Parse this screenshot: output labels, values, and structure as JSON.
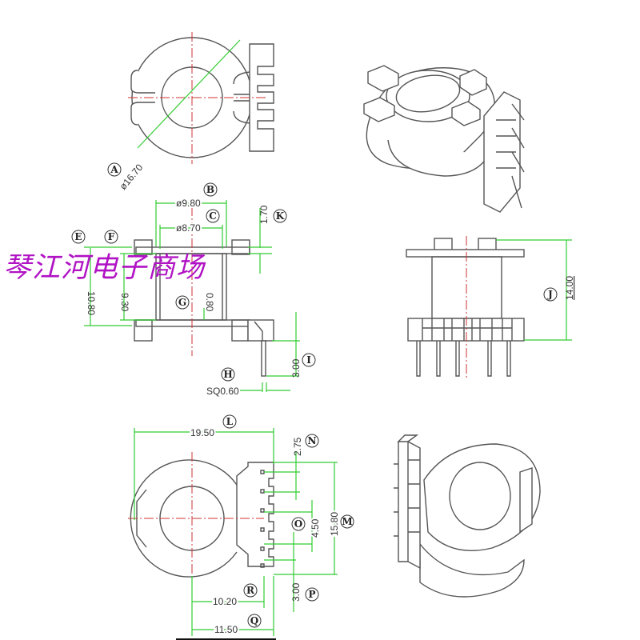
{
  "watermark": "琴江河电子商场",
  "colors": {
    "outline": "#555555",
    "dimension": "#33cc33",
    "centerline": "#cc3333",
    "watermark": "#b012c4"
  },
  "dimensions": {
    "A": {
      "label": "A",
      "value": "ø16.70"
    },
    "B": {
      "label": "B",
      "value": "ø9.80"
    },
    "C": {
      "label": "C",
      "value": "ø8.70"
    },
    "E": {
      "label": "E",
      "value": "10.80"
    },
    "F": {
      "label": "F",
      "value": "9.30"
    },
    "G": {
      "label": "G",
      "value": "0.80"
    },
    "H": {
      "label": "H",
      "value": "SQ0.60"
    },
    "I": {
      "label": "I",
      "value": "3.00"
    },
    "J": {
      "label": "J",
      "value": "14.00"
    },
    "K": {
      "label": "K",
      "value": "1.70"
    },
    "L": {
      "label": "L",
      "value": "19.50"
    },
    "M": {
      "label": "M",
      "value": "15.80"
    },
    "N": {
      "label": "N",
      "value": "2.75"
    },
    "O": {
      "label": "O",
      "value": "4.50"
    },
    "P": {
      "label": "P",
      "value": "3.00"
    },
    "Q": {
      "label": "Q",
      "value": "11.50"
    },
    "R": {
      "label": "R",
      "value": "10.20"
    }
  }
}
